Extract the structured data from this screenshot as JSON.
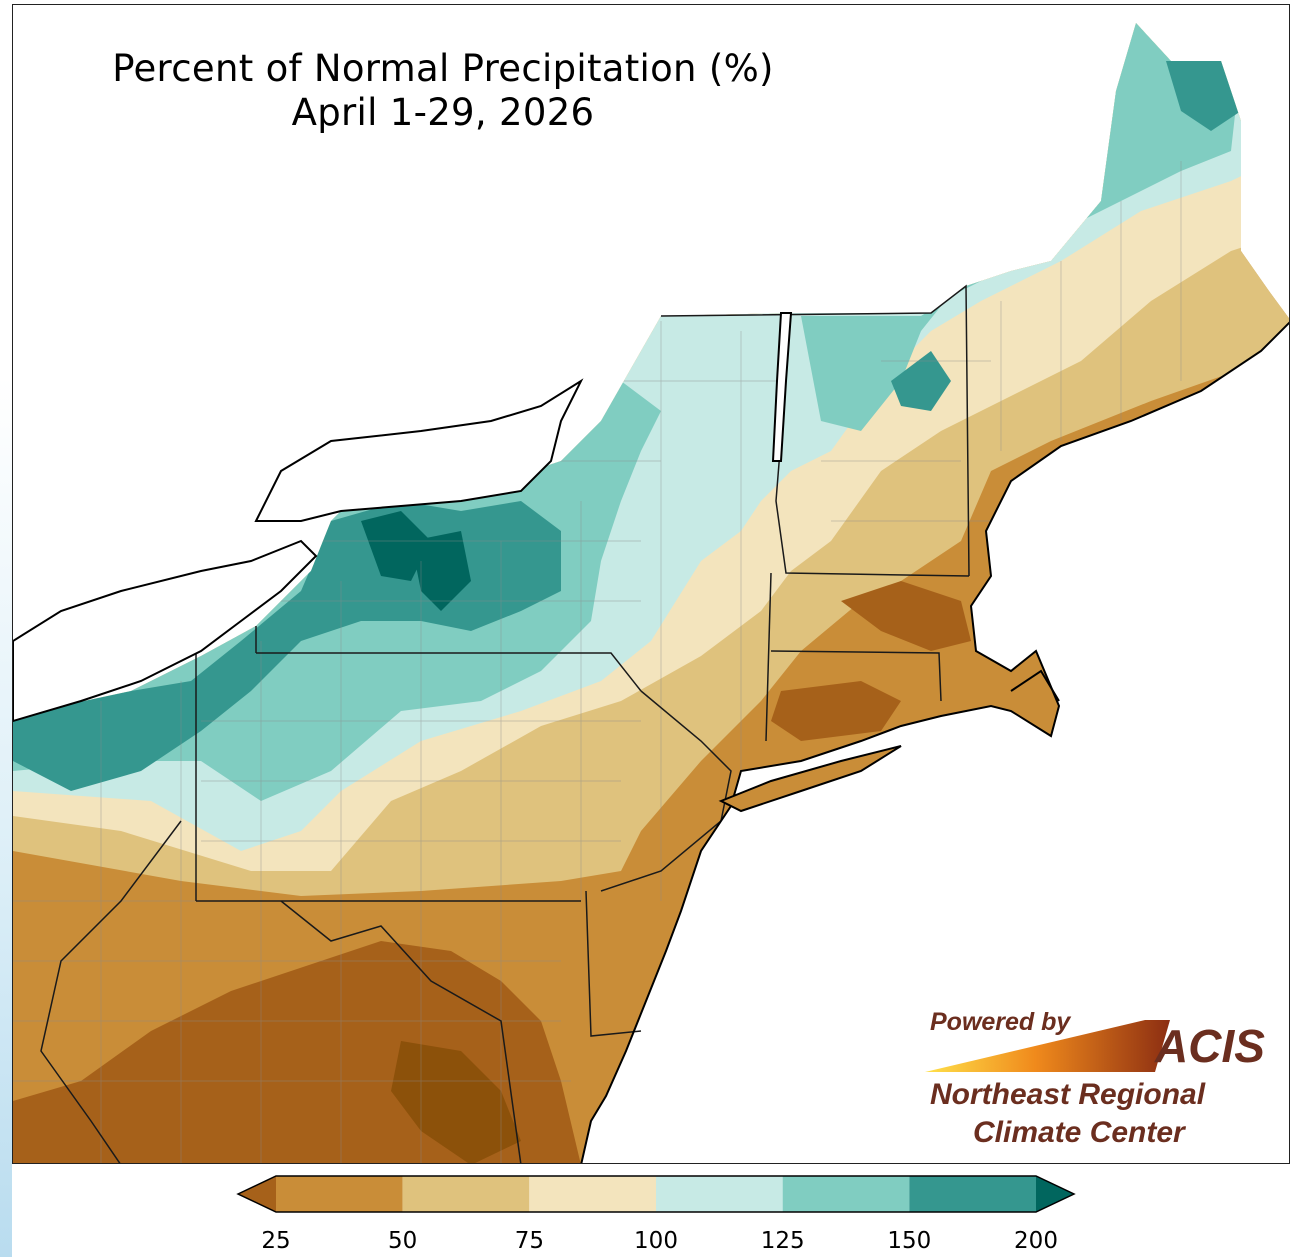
{
  "title": {
    "line1": "Percent of Normal Precipitation (%)",
    "line2": "April 1-29, 2026"
  },
  "logo": {
    "powered_by": "Powered by",
    "acis": "ACIS",
    "org_line1": "Northeast Regional",
    "org_line2": "Climate Center"
  },
  "legend": {
    "ticks": [
      "25",
      "50",
      "75",
      "100",
      "125",
      "150",
      "200"
    ],
    "bins": [
      {
        "from": "<25",
        "to": "25",
        "color": "#a6611a"
      },
      {
        "from": "25",
        "to": "50",
        "color": "#c98d38"
      },
      {
        "from": "50",
        "to": "75",
        "color": "#dfc27d"
      },
      {
        "from": "75",
        "to": "100",
        "color": "#f3e4bd"
      },
      {
        "from": "100",
        "to": "125",
        "color": "#c7eae5"
      },
      {
        "from": "125",
        "to": "150",
        "color": "#80cdc1"
      },
      {
        "from": "150",
        "to": "200",
        "color": "#35978f"
      },
      {
        "from": "200",
        "to": ">200",
        "color": "#01665e"
      }
    ]
  },
  "colors": {
    "lake": "#ffffff",
    "ocean": "#ffffff",
    "border": "#1a1a1a",
    "county": "#8a8a8a"
  }
}
